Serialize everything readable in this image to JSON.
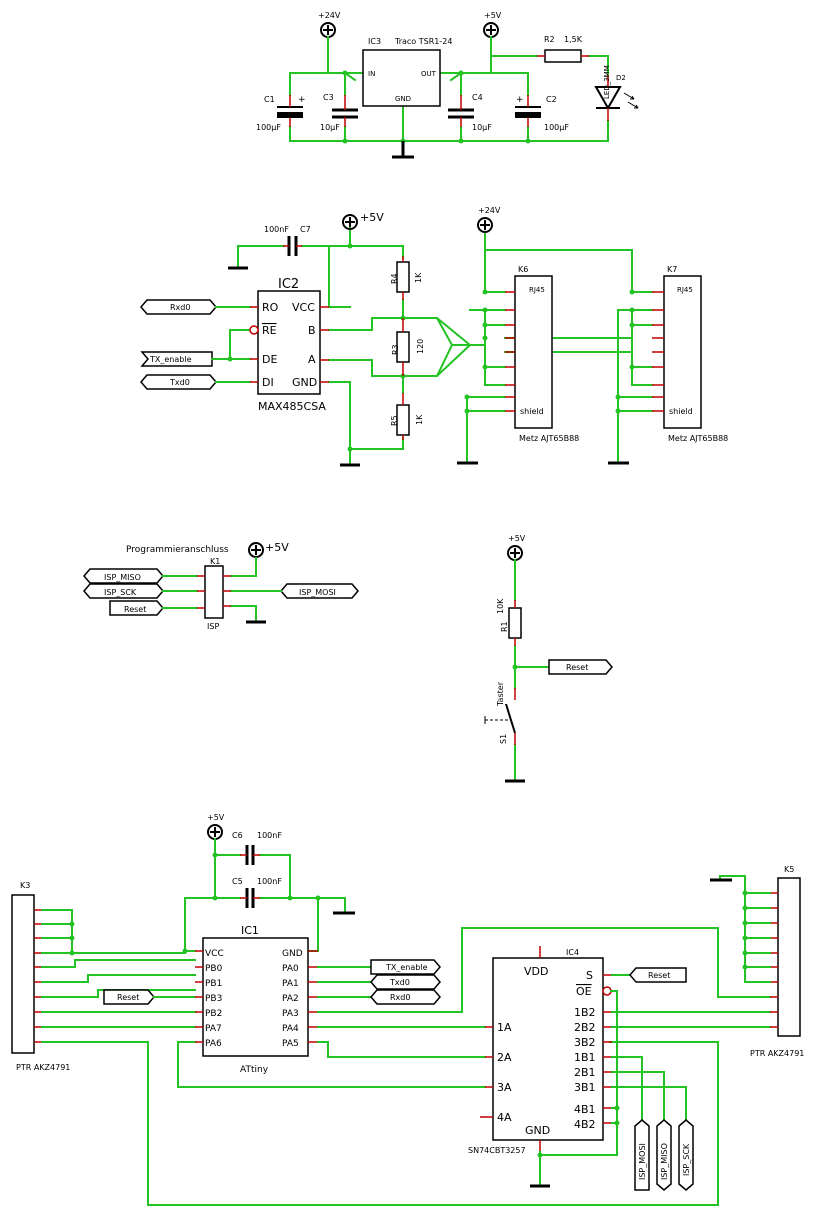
{
  "power": {
    "ic3_name": "IC3",
    "ic3_value": "Traco TSR1-24",
    "ic3_in": "IN",
    "ic3_out": "OUT",
    "ic3_gnd": "GND",
    "sup24": "+24V",
    "sup5": "+5V",
    "c1": "C1",
    "c1_val": "100µF",
    "c2": "C2",
    "c2_val": "100µF",
    "c3": "C3",
    "c3_val": "10µF",
    "c4": "C4",
    "c4_val": "10µF",
    "r2": "R2",
    "r2_val": "1,5K",
    "d2": "D2",
    "d2_val": "LED_3MM"
  },
  "rs485": {
    "ic2": "IC2",
    "ic2_value": "MAX485CSA",
    "pins": [
      "RO",
      "RE",
      "DE",
      "DI",
      "VCC",
      "B",
      "A",
      "GND"
    ],
    "c7": "C7",
    "c7_val": "100nF",
    "sup5": "+5V",
    "sup24": "+24V",
    "r4": "R4",
    "r4_val": "1K",
    "r3": "R3",
    "r3_val": "120",
    "r5": "R5",
    "r5_val": "1K",
    "k6": "K6",
    "k6_val": "Metz AJT65B88",
    "k7": "K7",
    "k7_val": "Metz AJT65B88",
    "rj45": "RJ45",
    "shield": "shield",
    "labels": {
      "rxd0": "Rxd0",
      "tx_enable": "TX_enable",
      "txd0": "Txd0"
    }
  },
  "isp": {
    "title": "Programmieranschluss",
    "k1": "K1",
    "k1_val": "ISP",
    "sup5": "+5V",
    "labels": {
      "miso": "ISP_MISO",
      "sck": "ISP_SCK",
      "reset": "Reset",
      "mosi": "ISP_MOSI"
    }
  },
  "reset_circuit": {
    "sup5": "+5V",
    "r1": "R1",
    "r1_val": "10K",
    "reset": "Reset",
    "s1": "S1",
    "s1_val": "Taster"
  },
  "mcu": {
    "k3": "K3",
    "k3_val": "PTR AKZ4791",
    "k5": "K5",
    "k5_val": "PTR AKZ4791",
    "ic1": "IC1",
    "ic1_val": "ATtiny",
    "ic1_left": [
      "VCC",
      "PB0",
      "PB1",
      "PB3",
      "PB2",
      "PA7",
      "PA6"
    ],
    "ic1_right": [
      "GND",
      "PA0",
      "PA1",
      "PA2",
      "PA3",
      "PA4",
      "PA5"
    ],
    "c5": "C5",
    "c5_val": "100nF",
    "c6": "C6",
    "c6_val": "100nF",
    "sup5": "+5V",
    "ic4": "IC4",
    "ic4_val": "SN74CBT3257",
    "ic4_left": [
      "VDD",
      "1A",
      "2A",
      "3A",
      "4A",
      "GND"
    ],
    "ic4_right": [
      "S",
      "OE",
      "1B2",
      "2B2",
      "3B2",
      "1B1",
      "2B1",
      "3B1",
      "4B1",
      "4B2"
    ],
    "labels": {
      "tx_enable": "TX_enable",
      "txd0": "Txd0",
      "rxd0": "Rxd0",
      "reset": "Reset",
      "reset2": "Reset",
      "isp_mosi": "ISP_MOSI",
      "isp_miso": "ISP_MISO",
      "isp_sck": "ISP_SCK"
    }
  }
}
